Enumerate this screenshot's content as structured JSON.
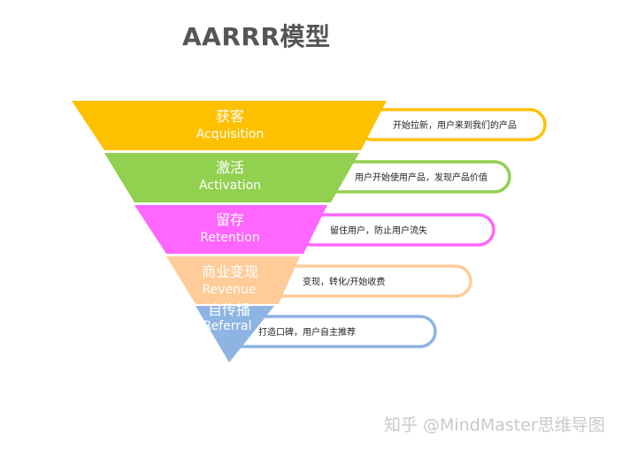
{
  "title": "AARRR模型",
  "stages": [
    {
      "name_cn": "获客",
      "name_en": "Acquisition",
      "desc": "开始拉新，用户来到我们的产品",
      "color": "#FFC000"
    },
    {
      "name_cn": "激活",
      "name_en": "Activation",
      "desc": "用户开始使用产品，发现产品价值",
      "color": "#92D050"
    },
    {
      "name_cn": "留存",
      "name_en": "Retention",
      "desc": "留住用户，防止用户流失",
      "color": "#FF66FF"
    },
    {
      "name_cn": "商业变现",
      "name_en": "Revenue",
      "desc": "变现，转化/开始收费",
      "color": "#FFCC99"
    },
    {
      "name_cn": "自传播",
      "name_en": "Referral",
      "desc": "打造口碑，用户自主推荐",
      "color": "#8EB4E3"
    }
  ],
  "watermark": "知乎 @MindMaster思维导图"
}
